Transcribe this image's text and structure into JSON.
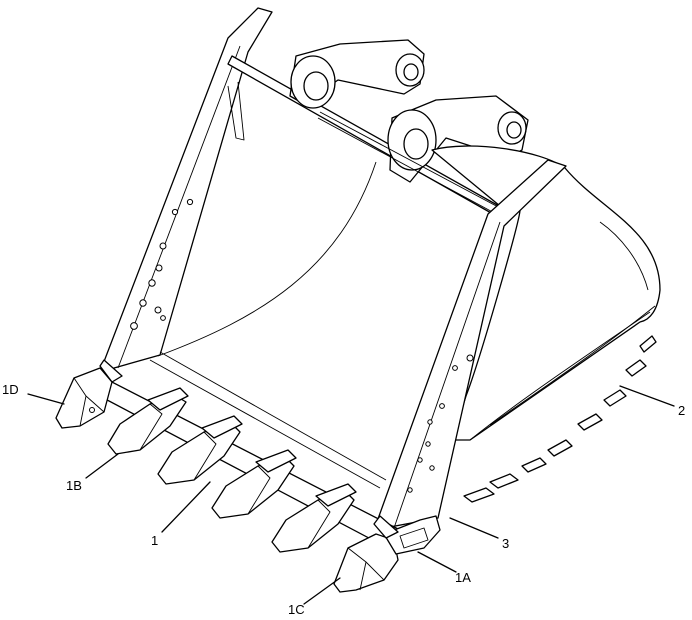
{
  "callouts": {
    "c1": "1",
    "c1a": "1A",
    "c1b": "1B",
    "c1c": "1C",
    "c1d": "1D",
    "c2": "2",
    "c3": "3"
  }
}
